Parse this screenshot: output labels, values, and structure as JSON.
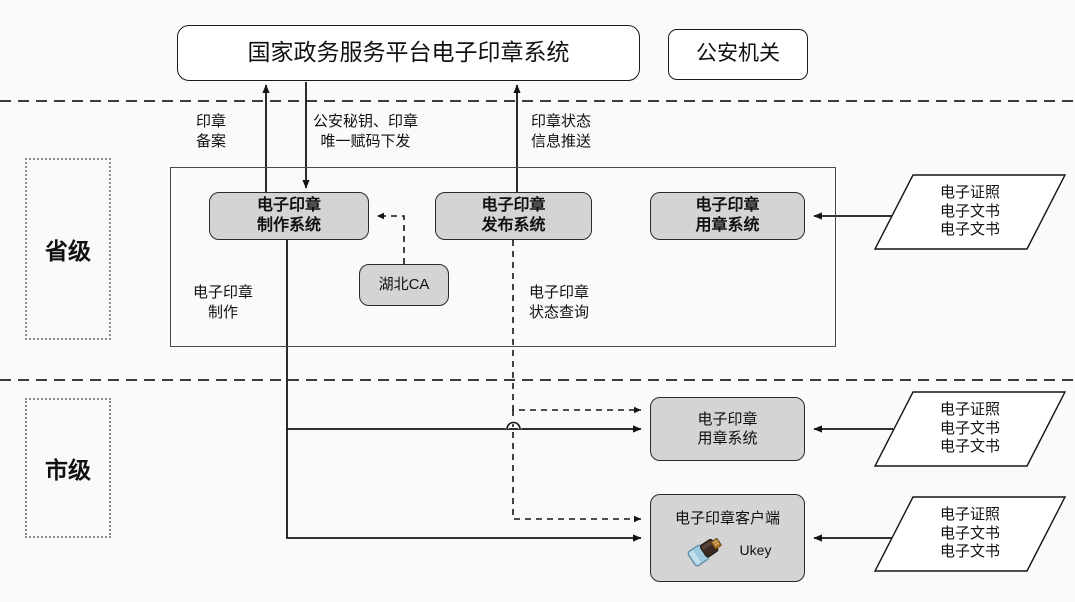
{
  "diagram": {
    "title_top": "国家政务服务平台电子印章系统",
    "police_org": "公安机关",
    "levels": {
      "province": "省级",
      "city": "市级"
    },
    "province_nodes": [
      {
        "id": "make",
        "line1": "电子印章",
        "line2": "制作系统"
      },
      {
        "id": "publish",
        "line1": "电子印章",
        "line2": "发布系统"
      },
      {
        "id": "use_prov",
        "line1": "电子印章",
        "line2": "用章系统"
      }
    ],
    "ca_node": "湖北CA",
    "city_nodes": {
      "use_city": {
        "line1": "电子印章",
        "line2": "用章系统"
      },
      "client": {
        "title": "电子印章客户端",
        "device_label": "Ukey",
        "device_icon": "usb-ukey-icon"
      }
    },
    "flow_labels": {
      "seal_record": {
        "line1": "印章",
        "line2": "备案"
      },
      "police_key_issue": {
        "line1": "公安秘钥、印章",
        "line2": "唯一赋码下发"
      },
      "seal_status_push": {
        "line1": "印章状态",
        "line2": "信息推送"
      },
      "seal_make": {
        "line1": "电子印章",
        "line2": "制作"
      },
      "seal_status_query": {
        "line1": "电子印章",
        "line2": "状态查询"
      }
    },
    "data_sources": [
      {
        "line1": "电子证照",
        "line2": "电子文书",
        "line3": "电子文书"
      },
      {
        "line1": "电子证照",
        "line2": "电子文书",
        "line3": "电子文书"
      },
      {
        "line1": "电子证照",
        "line2": "电子文书",
        "line3": "电子文书"
      }
    ],
    "colors": {
      "node_fill_gray": "#d4d4d4",
      "stroke": "#1a1a1a",
      "divider": "#222222",
      "background": "#fafafa",
      "level_tag_border": "#8a8a8a",
      "ukey_cap": "#9ec9de",
      "ukey_body": "#3a2a22"
    }
  }
}
